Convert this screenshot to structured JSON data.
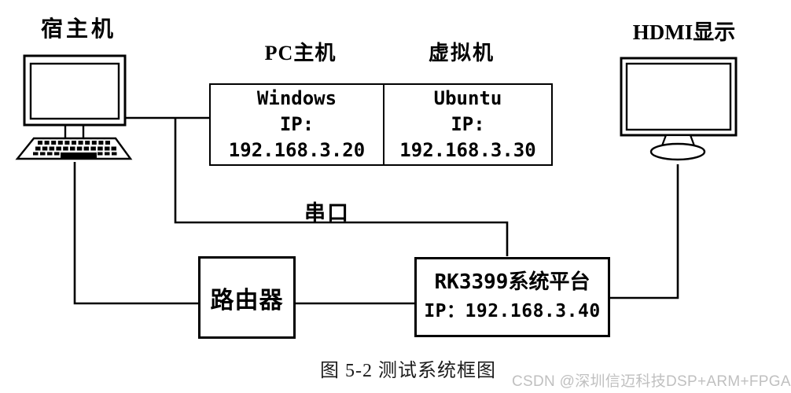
{
  "diagram": {
    "labels": {
      "host": "宿主机",
      "pc_host": "PC主机",
      "virtual_machine": "虚拟机",
      "hdmi_display": "HDMI显示",
      "serial_port": "串口"
    },
    "os_box": {
      "windows": {
        "name": "Windows",
        "ip_label": "IP:",
        "ip": "192.168.3.20"
      },
      "ubuntu": {
        "name": "Ubuntu",
        "ip_label": "IP:",
        "ip": "192.168.3.30"
      }
    },
    "router": {
      "label": "路由器"
    },
    "rk3399": {
      "title": "RK3399系统平台",
      "ip_line": "IP：192.168.3.40"
    },
    "caption": "图 5-2 测试系统框图",
    "watermark": "CSDN @深圳信迈科技DSP+ARM+FPGA",
    "colors": {
      "line": "#000000",
      "background": "#ffffff",
      "watermark": "#c0c0c0"
    }
  }
}
